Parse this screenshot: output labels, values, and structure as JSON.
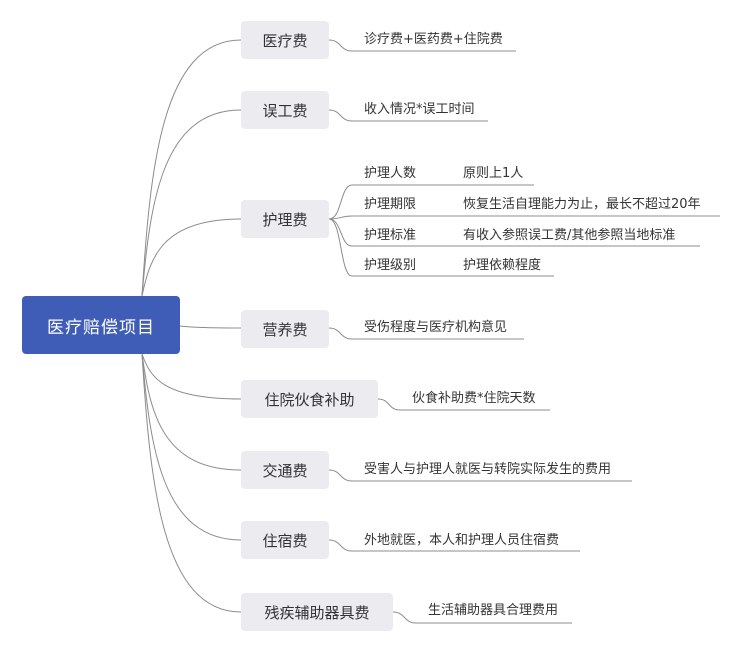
{
  "colors": {
    "root": "#3f5db7",
    "category": "#ebebf0",
    "line": "#8c8c8c",
    "text": "#333333"
  },
  "root": {
    "label": "医疗赔偿项目"
  },
  "categories": [
    {
      "label": "医疗费",
      "details": [
        "诊疗费+医药费+住院费"
      ]
    },
    {
      "label": "误工费",
      "details": [
        "收入情况*误工时间"
      ]
    },
    {
      "label": "护理费",
      "sub": [
        {
          "label": "护理人数",
          "detail": "原则上1人"
        },
        {
          "label": "护理期限",
          "detail": "恢复生活自理能力为止，最长不超过20年"
        },
        {
          "label": "护理标准",
          "detail": "有收入参照误工费/其他参照当地标准"
        },
        {
          "label": "护理级别",
          "detail": "护理依赖程度"
        }
      ]
    },
    {
      "label": "营养费",
      "details": [
        "受伤程度与医疗机构意见"
      ]
    },
    {
      "label": "住院伙食补助",
      "details": [
        "伙食补助费*住院天数"
      ]
    },
    {
      "label": "交通费",
      "details": [
        "受害人与护理人就医与转院实际发生的费用"
      ]
    },
    {
      "label": "住宿费",
      "details": [
        "外地就医，本人和护理人员住宿费"
      ]
    },
    {
      "label": "残疾辅助器具费",
      "details": [
        "生活辅助器具合理费用"
      ]
    }
  ]
}
